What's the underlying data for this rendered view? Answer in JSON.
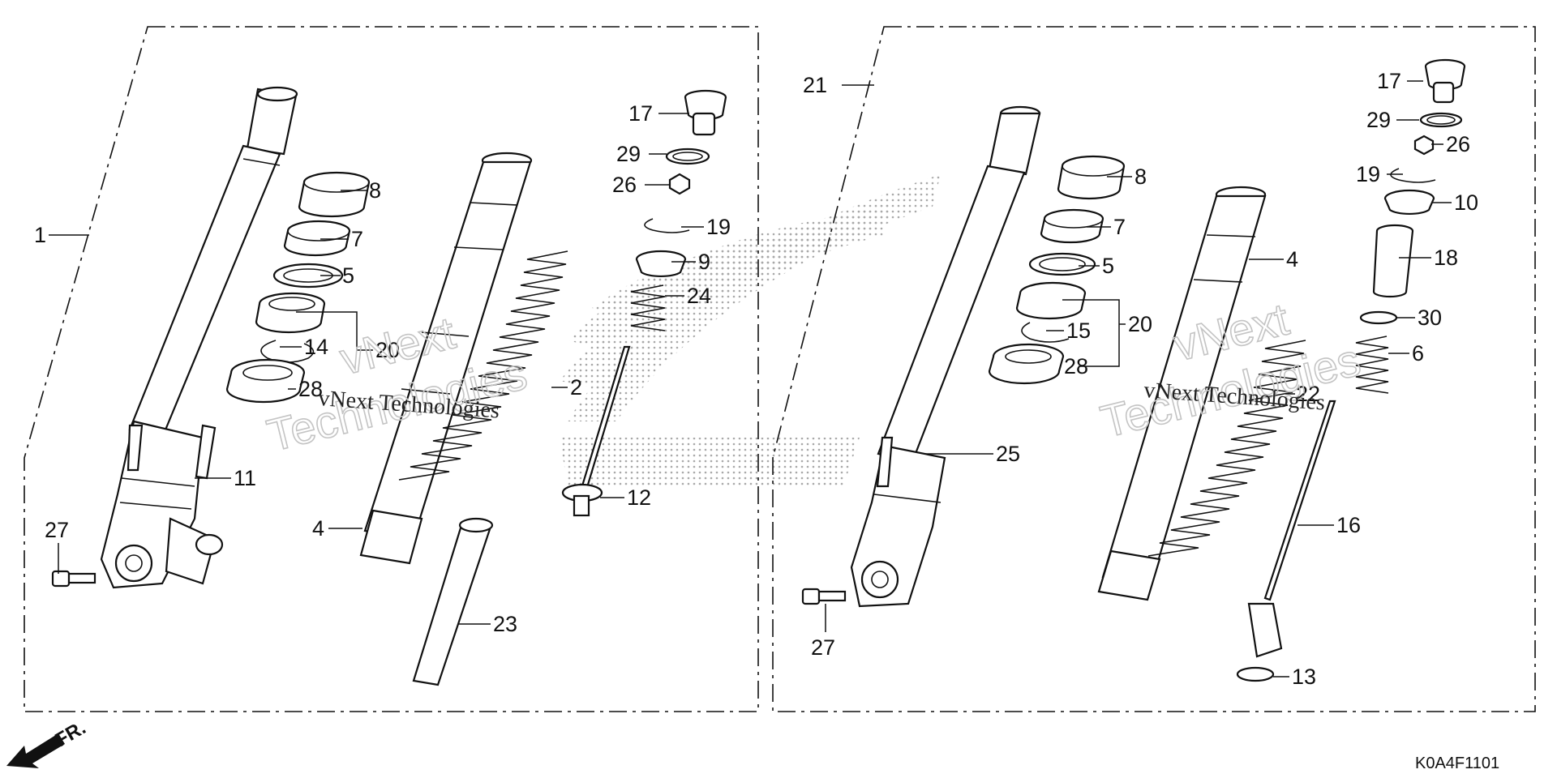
{
  "diagram": {
    "diagram_code": "K0A4F1101",
    "direction_label": "FR.",
    "watermark_lines": [
      "vNext",
      "Technologies"
    ],
    "watermark_caption": "vNext Technologies",
    "left_group": {
      "labels": [
        {
          "id": "p1",
          "text": "1"
        },
        {
          "id": "p8",
          "text": "8"
        },
        {
          "id": "p7",
          "text": "7"
        },
        {
          "id": "p5",
          "text": "5"
        },
        {
          "id": "p14",
          "text": "14"
        },
        {
          "id": "p20",
          "text": "20"
        },
        {
          "id": "p28",
          "text": "28"
        },
        {
          "id": "p11",
          "text": "11"
        },
        {
          "id": "p27",
          "text": "27"
        },
        {
          "id": "p4",
          "text": "4"
        },
        {
          "id": "p2",
          "text": "2"
        },
        {
          "id": "p23",
          "text": "23"
        },
        {
          "id": "p17",
          "text": "17"
        },
        {
          "id": "p29",
          "text": "29"
        },
        {
          "id": "p26",
          "text": "26"
        },
        {
          "id": "p19",
          "text": "19"
        },
        {
          "id": "p9",
          "text": "9"
        },
        {
          "id": "p24",
          "text": "24"
        },
        {
          "id": "p12",
          "text": "12"
        }
      ]
    },
    "right_group": {
      "labels": [
        {
          "id": "p21",
          "text": "21"
        },
        {
          "id": "p8",
          "text": "8"
        },
        {
          "id": "p7",
          "text": "7"
        },
        {
          "id": "p5",
          "text": "5"
        },
        {
          "id": "p15",
          "text": "15"
        },
        {
          "id": "p20",
          "text": "20"
        },
        {
          "id": "p28",
          "text": "28"
        },
        {
          "id": "p25",
          "text": "25"
        },
        {
          "id": "p27",
          "text": "27"
        },
        {
          "id": "p4",
          "text": "4"
        },
        {
          "id": "p22",
          "text": "22"
        },
        {
          "id": "p17",
          "text": "17"
        },
        {
          "id": "p29",
          "text": "29"
        },
        {
          "id": "p26",
          "text": "26"
        },
        {
          "id": "p19",
          "text": "19"
        },
        {
          "id": "p10",
          "text": "10"
        },
        {
          "id": "p18",
          "text": "18"
        },
        {
          "id": "p30",
          "text": "30"
        },
        {
          "id": "p6",
          "text": "6"
        },
        {
          "id": "p16",
          "text": "16"
        },
        {
          "id": "p13",
          "text": "13"
        }
      ]
    }
  }
}
